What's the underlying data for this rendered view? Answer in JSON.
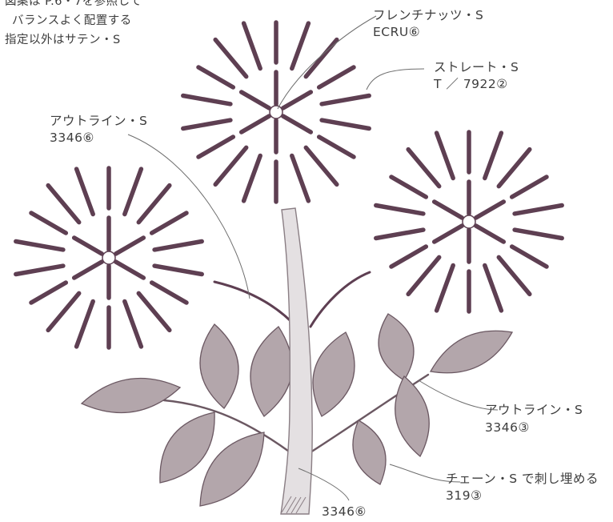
{
  "notes": [
    "図案は P.6・7を参照して",
    "バランスよく配置する",
    "指定以外はサテン・S"
  ],
  "labels": {
    "french_knot": {
      "stitch": "フレンチナッツ・S",
      "thread": "ECRU⑥"
    },
    "straight": {
      "stitch": "ストレート・S",
      "thread": "T ／ 7922②"
    },
    "outline_flower": {
      "stitch": "アウトライン・S",
      "thread": "3346⑥"
    },
    "outline_leaf": {
      "stitch": "アウトライン・S",
      "thread": "3346③"
    },
    "chain": {
      "stitch": "チェーン・S で刺し埋める",
      "thread": "319③"
    },
    "stem": {
      "thread": "3346⑥"
    }
  },
  "colors": {
    "rays": "#5e3f52",
    "leaf_fill": "#b3a6ab",
    "leaf_stroke": "#6b5862",
    "stem_fill": "#e4e0e2",
    "stem_stroke": "#8a7e84",
    "leader": "#6d6d6d",
    "text": "#3d3d3d"
  }
}
